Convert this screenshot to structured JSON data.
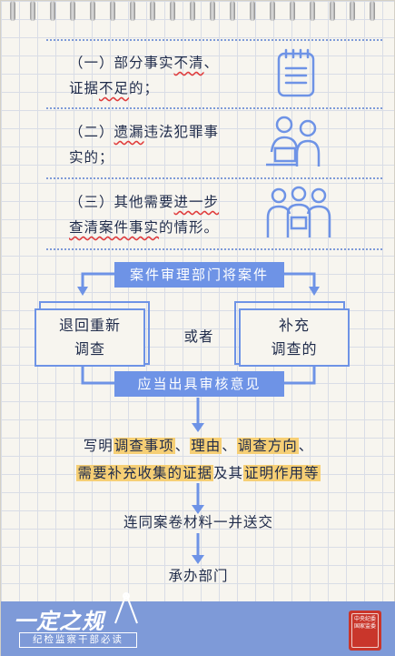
{
  "items": [
    {
      "prefix": "（一）",
      "parts": [
        "部分事实",
        "不清",
        "、"
      ],
      "line2_parts": [
        "证据",
        "不足",
        "的；"
      ]
    },
    {
      "prefix": "（二）",
      "parts": [
        "遗漏",
        "违法犯罪事"
      ],
      "line2": "实的；"
    },
    {
      "prefix": "（三）",
      "parts": [
        "其他需要",
        "进一步"
      ],
      "line2_parts": [
        "查清案件事实",
        "的情形。"
      ]
    }
  ],
  "flow": {
    "top_label": "案件审理部门将案件",
    "left_box": [
      "退回重新",
      "调查"
    ],
    "connector": "或者",
    "right_box": [
      "补充",
      "调查的"
    ],
    "bottom_label": "应当出具审核意见",
    "step1_parts": [
      "写明",
      "调查事项",
      "、",
      "理由",
      "、",
      "调查方向",
      "、"
    ],
    "step1_line2_parts": [
      "需要补充收集的证据",
      "及其",
      "证明作用等"
    ],
    "step2": "连同案卷材料一并送交",
    "step3": "承办部门"
  },
  "brand": {
    "title": "一定之规",
    "subtitle": "纪检监察干部必读",
    "seal_text": [
      "中央纪委",
      "国家监委"
    ]
  },
  "colors": {
    "accent": "#6e93e6",
    "highlight": "#f6cf75",
    "underline": "#e03a3a",
    "seal": "#c9362b"
  }
}
